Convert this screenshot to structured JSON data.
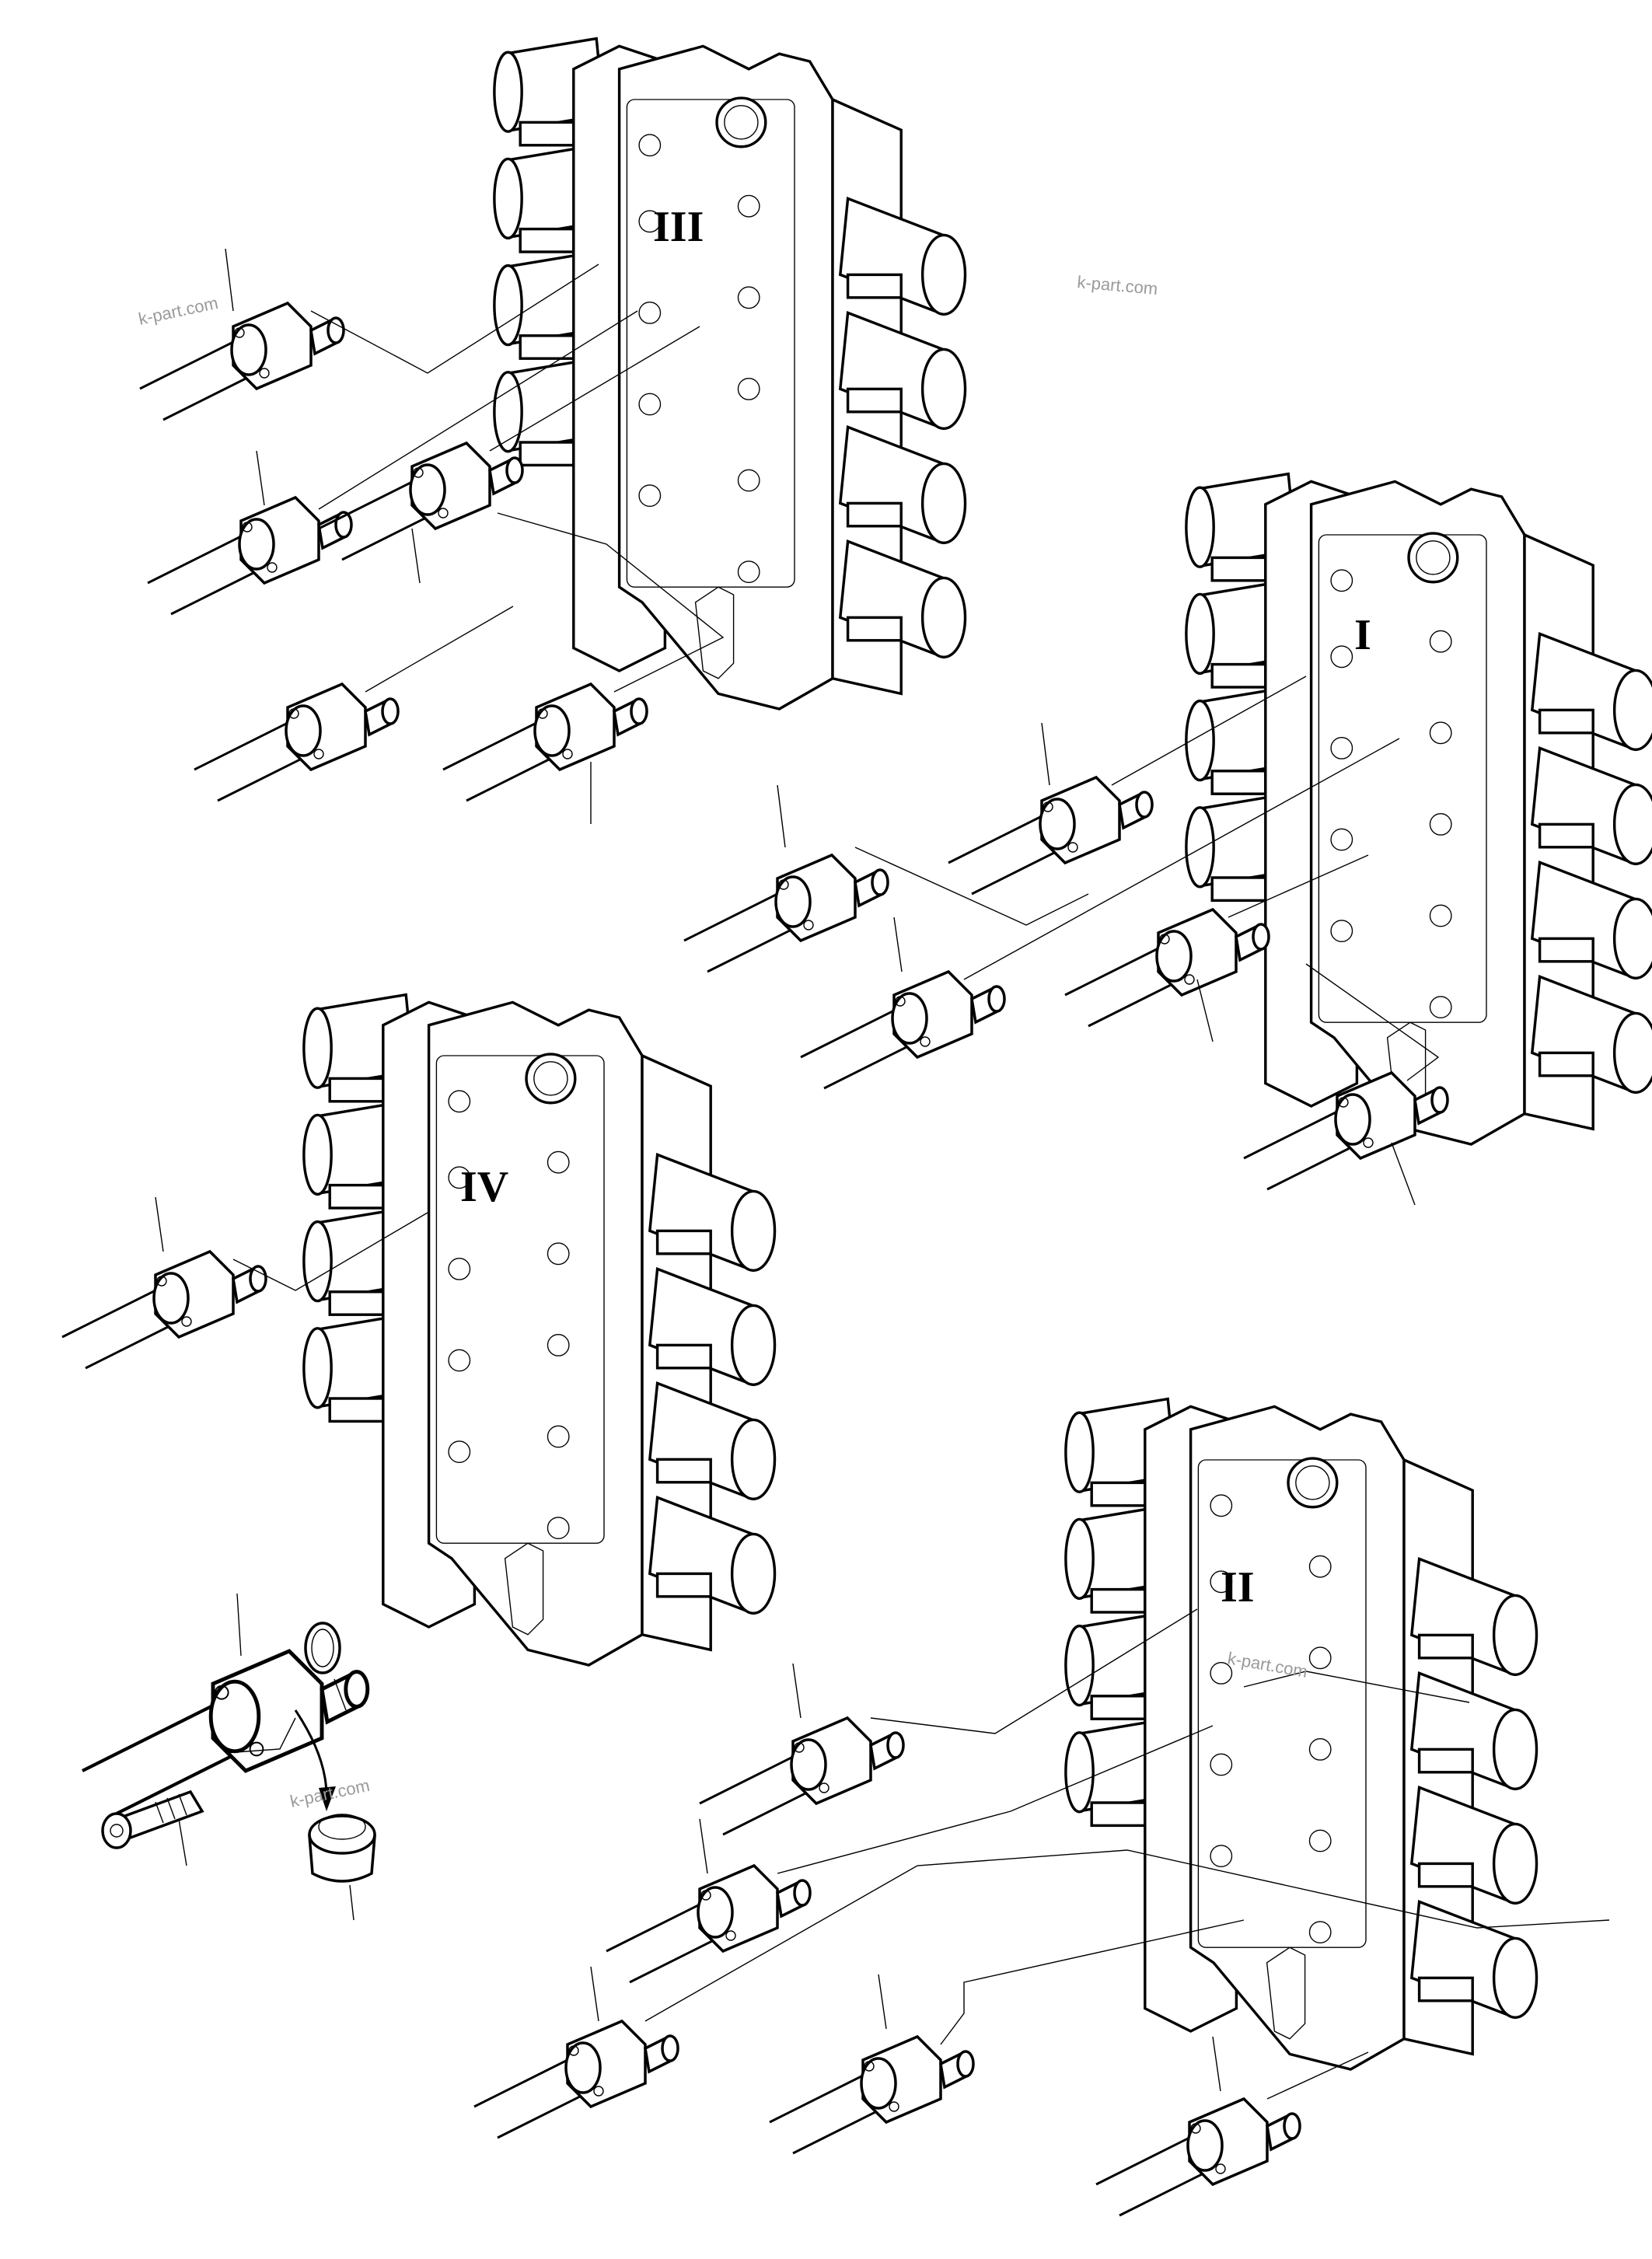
{
  "diagram": {
    "background": "#ffffff",
    "line_color": "#000000",
    "watermark_color": "#9a9a9a",
    "valve_blocks": [
      {
        "id": "block-iii",
        "label": "III"
      },
      {
        "id": "block-i",
        "label": "I"
      },
      {
        "id": "block-iv",
        "label": "IV"
      },
      {
        "id": "block-ii",
        "label": "II"
      }
    ],
    "watermarks": [
      "k-part.com",
      "k-part.com",
      "k-part.com",
      "k-part.com"
    ],
    "detail": {
      "parts": [
        "flange-hose",
        "o-ring",
        "cap-screw",
        "plug-cap"
      ]
    }
  }
}
